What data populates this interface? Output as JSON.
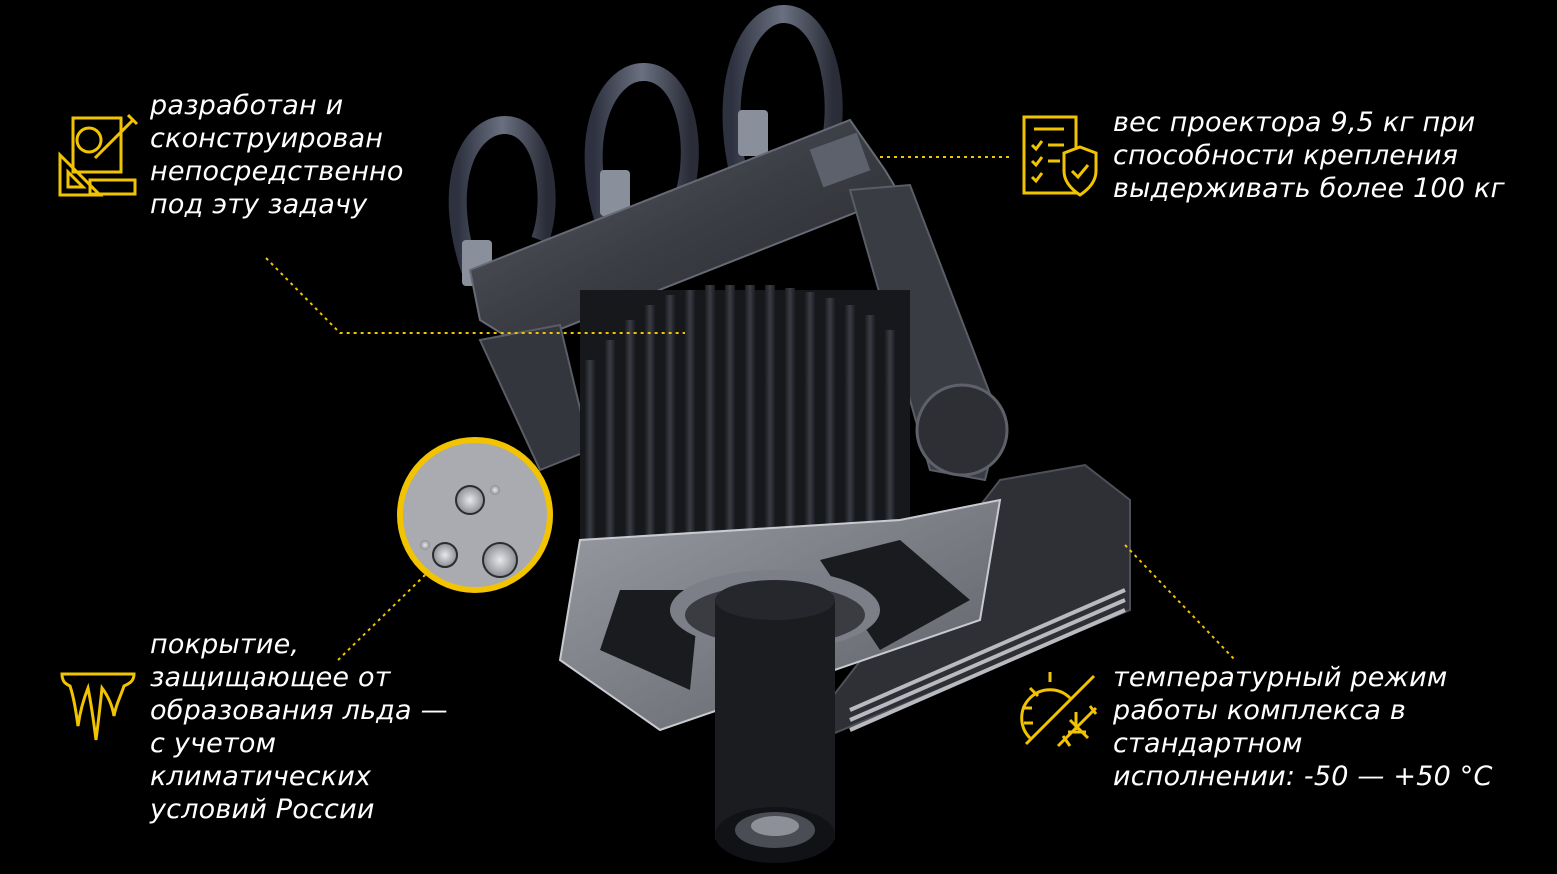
{
  "accent_color": "#f2c300",
  "background_color": "#000000",
  "product_image": "projector-with-heatsink-and-pipe-clamps",
  "callouts": {
    "design": {
      "icon": "design-tools-icon",
      "lines": [
        "разработан и",
        "сконструирован",
        "непосредственно",
        "под эту задачу"
      ]
    },
    "weight": {
      "icon": "checklist-shield-icon",
      "lines": [
        "вес проектора 9,5 кг при",
        "способности крепления",
        "выдерживать более 100 кг"
      ]
    },
    "coating": {
      "icon": "icicles-icon",
      "lines": [
        "покрытие,",
        "защищающее от",
        "образования льда —",
        "с учетом",
        "климатических",
        "условий России"
      ]
    },
    "temperature": {
      "icon": "sun-snowflake-icon",
      "lines": [
        "температурный режим",
        "работы комплекса в",
        "стандартном",
        "исполнении: -50 — +50 °C"
      ]
    }
  }
}
